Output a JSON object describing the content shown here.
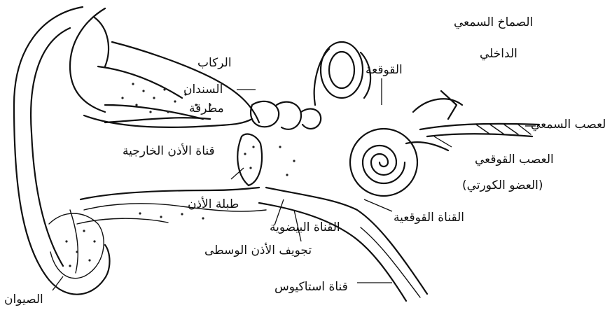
{
  "labels": {
    "auricle": "الصيوان",
    "ear_canal": "قناة الأذن الخارجية",
    "eardrum": "طبلة الأذن",
    "stapes": "الركاب",
    "incus": "السندان",
    "malleus": "مطرقة",
    "cochlea": "القوقعة",
    "internal_meatus_line1": "الصماخ السمعي",
    "internal_meatus_line2": "الداخلي",
    "auditory_nerve": "العصب السمعي",
    "cochlear_nerve_line1": "العصب القوقعي",
    "cochlear_nerve_line2": "(العضو الكورتي)",
    "cochlear_duct": "القناة القوقعية",
    "oval_window": "القناة البيضوية",
    "middle_ear": "تجويف الأذن الوسطى",
    "eustachian_tube": "قناة استاكيوس"
  }
}
